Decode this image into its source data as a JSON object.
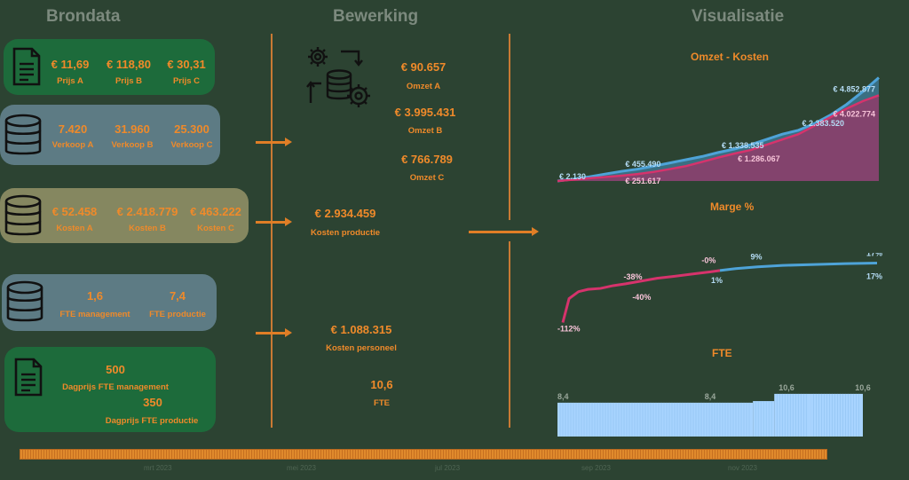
{
  "sections": {
    "brondata": "Brondata",
    "bewerking": "Bewerking",
    "visualisatie": "Visualisatie"
  },
  "prijzen": {
    "a": {
      "value": "€ 11,69",
      "label": "Prijs A"
    },
    "b": {
      "value": "€ 118,80",
      "label": "Prijs B"
    },
    "c": {
      "value": "€ 30,31",
      "label": "Prijs C"
    }
  },
  "verkoop": {
    "a": {
      "value": "7.420",
      "label": "Verkoop A"
    },
    "b": {
      "value": "31.960",
      "label": "Verkoop B"
    },
    "c": {
      "value": "25.300",
      "label": "Verkoop C"
    }
  },
  "kosten": {
    "a": {
      "value": "€ 52.458",
      "label": "Kosten A"
    },
    "b": {
      "value": "€ 2.418.779",
      "label": "Kosten B"
    },
    "c": {
      "value": "€ 463.222",
      "label": "Kosten C"
    }
  },
  "fte": {
    "management": {
      "value": "1,6",
      "label": "FTE management"
    },
    "productie": {
      "value": "7,4",
      "label": "FTE productie"
    }
  },
  "dagprijs": {
    "management": {
      "value": "500",
      "label": "Dagprijs FTE management"
    },
    "productie": {
      "value": "350",
      "label": "Dagprijs FTE productie"
    }
  },
  "bewerking": {
    "omzet_a": {
      "value": "€ 90.657",
      "label": "Omzet A"
    },
    "omzet_b": {
      "value": "€ 3.995.431",
      "label": "Omzet B"
    },
    "omzet_c": {
      "value": "€ 766.789",
      "label": "Omzet C"
    },
    "kosten_productie": {
      "value": "€ 2.934.459",
      "label": "Kosten productie"
    },
    "kosten_personeel": {
      "value": "€ 1.088.315",
      "label": "Kosten personeel"
    },
    "fte": {
      "value": "10,6",
      "label": "FTE"
    }
  },
  "timeline": {
    "labels": [
      "mrt 2023",
      "mei 2023",
      "jul 2023",
      "sep 2023",
      "nov 2023"
    ]
  },
  "colors": {
    "background": "#2c4332",
    "accent": "#ef8a2a",
    "omzet": "#4ea3d8",
    "kosten": "#d6336c",
    "fte_bar": "#a8d4ff"
  },
  "chart_data": [
    {
      "type": "area",
      "title": "Omzet - Kosten",
      "series": [],
      "x": [
        0,
        0.05,
        0.1,
        0.15,
        0.2,
        0.25,
        0.3,
        0.35,
        0.4,
        0.45,
        0.5,
        0.55,
        0.6,
        0.65,
        0.7,
        0.75,
        0.8,
        0.85,
        0.9,
        0.95,
        1.0
      ],
      "omzet": [
        2130,
        90000,
        200000,
        330000,
        455490,
        560000,
        700000,
        850000,
        1000000,
        1150000,
        1338535,
        1500000,
        1700000,
        1950000,
        2200000,
        2383520,
        2700000,
        3100000,
        3600000,
        4200000,
        4852877
      ],
      "kosten": [
        2130,
        60000,
        130000,
        190000,
        251617,
        330000,
        430000,
        560000,
        700000,
        900000,
        1100000,
        1286067,
        1450000,
        1700000,
        1950000,
        2200000,
        2600000,
        3000000,
        3400000,
        3750000,
        4022774
      ],
      "data_labels": [
        {
          "text": "€ 2.130",
          "series": "omzet",
          "index": 0
        },
        {
          "text": "€ 251.617",
          "series": "kosten",
          "index": 4
        },
        {
          "text": "€ 455.490",
          "series": "omzet",
          "index": 4
        },
        {
          "text": "€ 1.338.535",
          "series": "omzet",
          "index": 10
        },
        {
          "text": "€ 1.286.067",
          "series": "kosten",
          "index": 11
        },
        {
          "text": "€ 2.383.520",
          "series": "omzet",
          "index": 15
        },
        {
          "text": "€ 4.852.877",
          "series": "omzet",
          "index": 20
        },
        {
          "text": "€ 4.022.774",
          "series": "kosten",
          "index": 20
        }
      ],
      "ylim": [
        0,
        5000000
      ]
    },
    {
      "type": "line",
      "title": "Marge %",
      "x": [
        0,
        0.02,
        0.05,
        0.08,
        0.12,
        0.16,
        0.2,
        0.25,
        0.3,
        0.35,
        0.42,
        0.47,
        0.5,
        0.55,
        0.62,
        0.7,
        0.8,
        0.9,
        1.0
      ],
      "values": [
        -112,
        -60,
        -45,
        -40,
        -38,
        -32,
        -28,
        -22,
        -16,
        -12,
        -6,
        -2,
        1,
        5,
        9,
        12,
        14,
        16,
        17
      ],
      "split_index": 12,
      "data_labels": [
        {
          "text": "-112%",
          "index": 0
        },
        {
          "text": "-38%",
          "index": 4
        },
        {
          "text": "-40%",
          "index": 3
        },
        {
          "text": "-0%",
          "index": 11
        },
        {
          "text": "1%",
          "index": 12
        },
        {
          "text": "9%",
          "index": 14
        },
        {
          "text": "17%",
          "index": 18
        },
        {
          "text": "17%",
          "index": 18
        }
      ],
      "ylim": [
        -115,
        20
      ]
    },
    {
      "type": "bar",
      "title": "FTE",
      "segments": [
        {
          "start": 0,
          "end": 0.64,
          "value": 8.4
        },
        {
          "start": 0.64,
          "end": 0.71,
          "value": 8.8
        },
        {
          "start": 0.71,
          "end": 0.83,
          "value": 10.6
        },
        {
          "start": 0.83,
          "end": 1.0,
          "value": 10.6
        }
      ],
      "data_labels": [
        {
          "text": "8,4",
          "position": 0
        },
        {
          "text": "8,4",
          "position": 0.5
        },
        {
          "text": "10,6",
          "position": 0.75
        },
        {
          "text": "10,6",
          "position": 1.0
        }
      ],
      "ylim": [
        0,
        11
      ]
    }
  ]
}
